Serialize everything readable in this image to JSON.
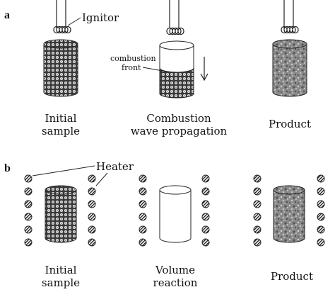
{
  "panel_a": {
    "label": "a",
    "ignitor_label": "Ignitor",
    "combustion_front_line1": "combustion",
    "combustion_front_line2": "front",
    "captions": [
      [
        "Initial",
        "sample"
      ],
      [
        "Combustion",
        "wave propagation"
      ],
      [
        "Product"
      ]
    ]
  },
  "panel_b": {
    "label": "b",
    "heater_label": "Heater",
    "captions": [
      [
        "Initial",
        "sample"
      ],
      [
        "Volume",
        "reaction"
      ],
      [
        "Product"
      ]
    ]
  }
}
